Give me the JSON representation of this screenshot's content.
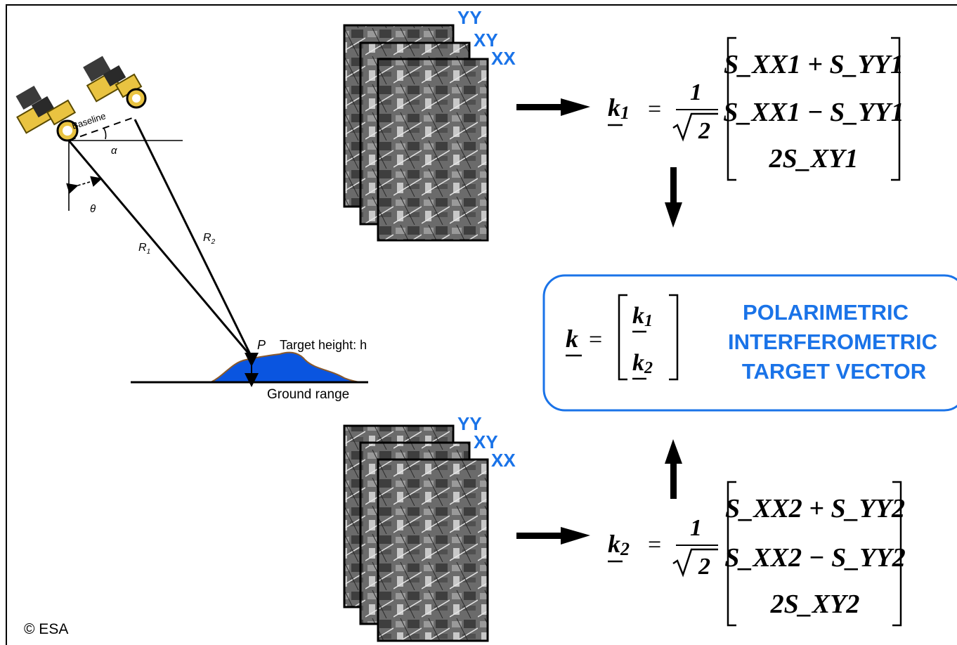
{
  "geometry": {
    "baseline": "Baseline",
    "alpha": "α",
    "theta": "θ",
    "r1": "R",
    "r1_sub": "1",
    "r2": "R",
    "r2_sub": "2",
    "point": "P",
    "target_height": "Target height: h",
    "ground_range": "Ground range"
  },
  "stack_top": {
    "labels": [
      "YY",
      "XY",
      "XX"
    ]
  },
  "stack_bottom": {
    "labels": [
      "YY",
      "XY",
      "XX"
    ]
  },
  "eq1": {
    "lhs": "k",
    "lhs_sub": "1",
    "coef_num": "1",
    "coef_den": "2",
    "row1": "S_XX1 + S_YY1",
    "row2": "S_XX1 − S_YY1",
    "row3": "2S_XY1"
  },
  "eq2": {
    "lhs": "k",
    "lhs_sub": "2",
    "coef_num": "1",
    "coef_den": "2",
    "row1": "S_XX2 + S_YY2",
    "row2": "S_XX2 − S_YY2",
    "row3": "2S_XY2"
  },
  "combined": {
    "lhs": "k",
    "top": "k",
    "top_sub": "1",
    "bottom": "k",
    "bottom_sub": "2",
    "title_lines": [
      "POLARIMETRIC",
      "INTERFEROMETRIC",
      "TARGET VECTOR"
    ]
  },
  "copyright": "© ESA",
  "colors": {
    "accent": "#1a73e8",
    "terrain": "#0a55e0",
    "terrain_edge": "#8b5a2b"
  }
}
